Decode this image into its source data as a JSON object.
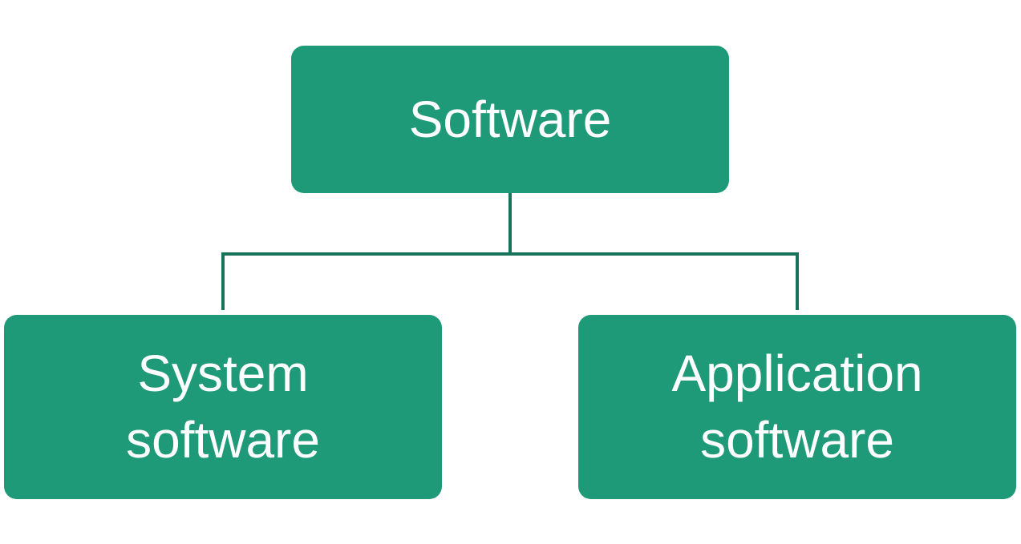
{
  "diagram": {
    "colors": {
      "box_fill": "#1f9a78",
      "connector": "#18735b",
      "text": "#ffffff",
      "background": "#ffffff"
    },
    "root": {
      "label": "Software"
    },
    "children": [
      {
        "label": "System\nsoftware"
      },
      {
        "label": "Application\nsoftware"
      }
    ]
  }
}
